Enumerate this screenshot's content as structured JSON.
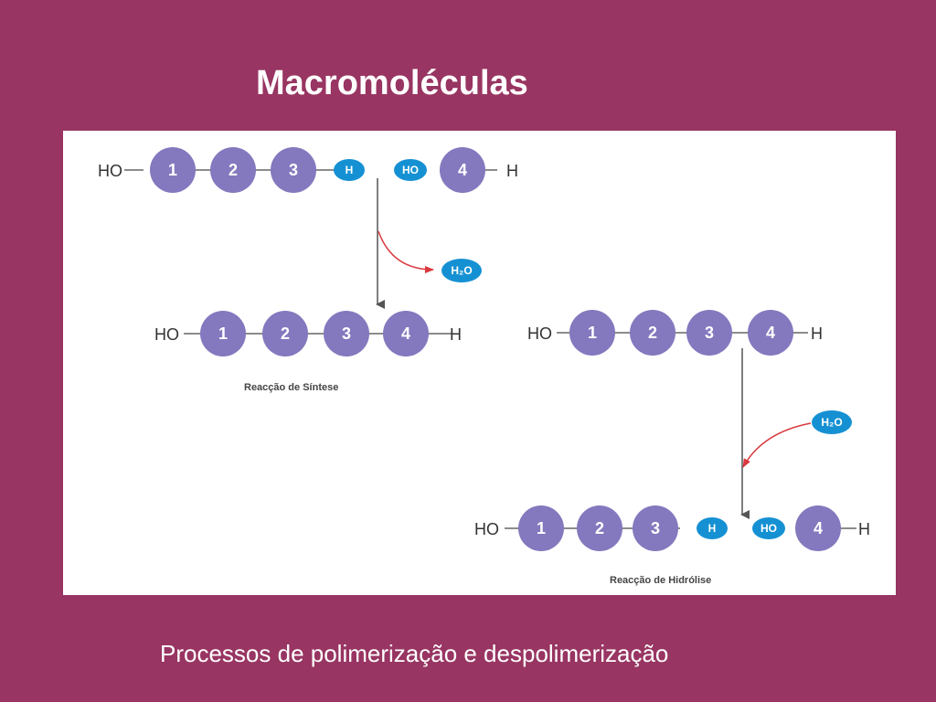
{
  "title": "Macromoléculas",
  "caption": "Processos de polimerização e despolimerização",
  "colors": {
    "background": "#983562",
    "panel": "#ffffff",
    "monomer": "#8478be",
    "chip": "#1591d3",
    "arrow": "#555555",
    "water_arrow": "#d9383e"
  },
  "labels": {
    "ho": "HO",
    "h": "H",
    "water": "H₂O",
    "synthesis": "Reacção de Síntese",
    "hydrolysis": "Reacção de Hidrólise"
  },
  "monomers": [
    "1",
    "2",
    "3",
    "4"
  ]
}
